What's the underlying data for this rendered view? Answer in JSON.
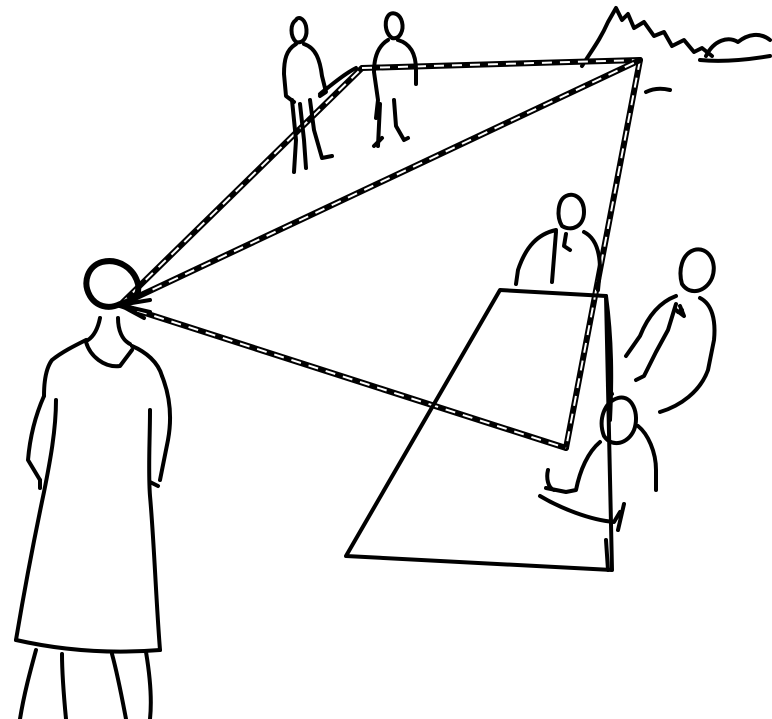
{
  "scene": {
    "background_color": "#ffffff",
    "ink_color": "#000000",
    "dash_color": "#ffffff",
    "figures": [
      "observer-woman",
      "standing-man-left",
      "standing-man-right",
      "seated-person-back",
      "seated-person-right",
      "seated-person-front"
    ],
    "objects": [
      "table",
      "mountain-range",
      "view-triangle",
      "sight-lines"
    ]
  }
}
